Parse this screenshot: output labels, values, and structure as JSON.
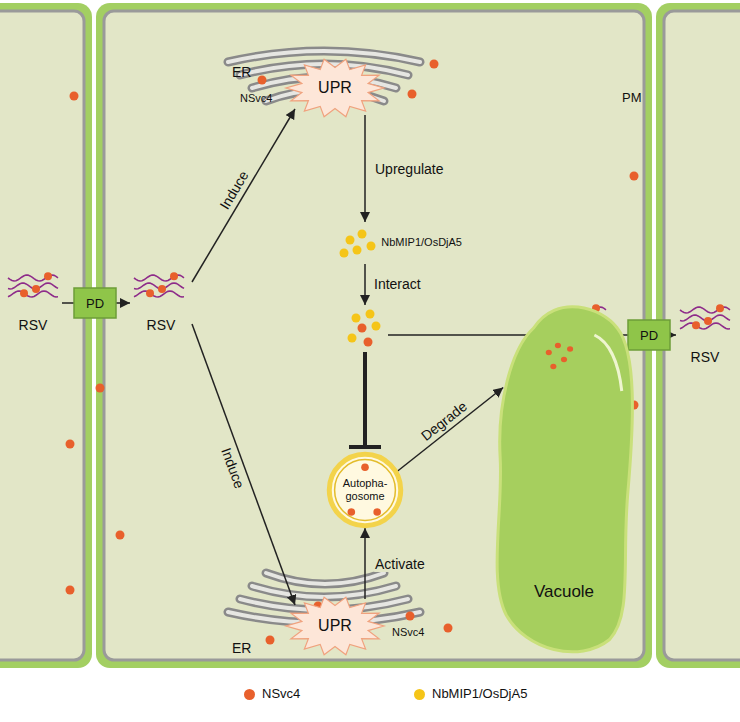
{
  "diagram": {
    "nodes": [
      {
        "text": [
          "UPR"
        ]
      },
      {
        "text": [
          "NbMIP1/OsDjA5"
        ]
      },
      {
        "text": [
          "RSV"
        ]
      },
      {
        "text": [
          "PD"
        ]
      },
      {
        "text": [
          "RSV"
        ]
      },
      {
        "text": [
          "RSV"
        ]
      },
      {
        "text": [
          "PD"
        ]
      },
      {
        "text": [
          "RSV"
        ]
      },
      {
        "text": [
          "Autopha- gosome"
        ]
      },
      {
        "text": [
          "Vacuole"
        ]
      },
      {
        "text": [
          "UPR"
        ]
      }
    ],
    "edges": [
      {
        "from": 4,
        "to": 0,
        "label": "Induce",
        "arrow": "to"
      },
      {
        "from": 4,
        "to": 10,
        "label": "Induce",
        "arrow": "to"
      },
      {
        "from": 0,
        "to": 1,
        "label": "Upregulate",
        "arrow": "to"
      },
      {
        "from": 2,
        "to": 3,
        "arrow": "none"
      },
      {
        "from": 3,
        "to": 4,
        "arrow": "to"
      },
      {
        "from": 5,
        "to": 6,
        "arrow": "none"
      },
      {
        "from": 6,
        "to": 7,
        "arrow": "to"
      },
      {
        "from": 10,
        "to": 8,
        "label": "Activate",
        "arrow": "to"
      },
      {
        "from": 8,
        "to": 9,
        "label": "Degrade",
        "arrow": "to"
      }
    ],
    "labels": [
      "ER",
      "NSvc4",
      "PM",
      "Interact",
      "NSvc4",
      "ER"
    ],
    "legend": [
      {
        "text": "NSvc4",
        "color": "#e8602c"
      },
      {
        "text": "NbMIP1/OsDjA5",
        "color": "#f5c518"
      }
    ]
  }
}
